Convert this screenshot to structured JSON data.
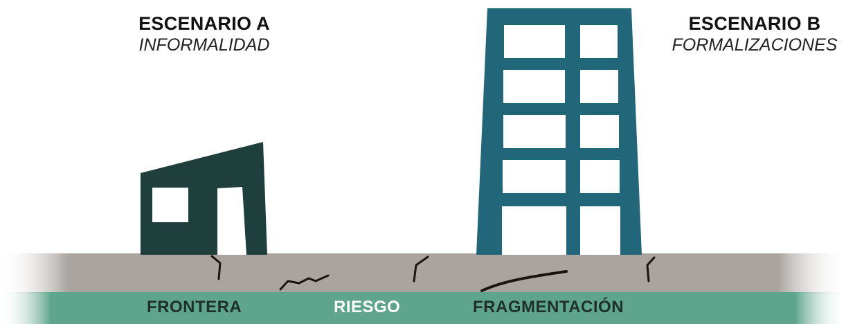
{
  "scenario_a": {
    "title": "ESCENARIO A",
    "subtitle": "INFORMALIDAD"
  },
  "scenario_b": {
    "title": "ESCENARIO B",
    "subtitle": "FORMALIZACIONES"
  },
  "band_labels": {
    "frontera": "FRONTERA",
    "riesgo": "RIESGO",
    "fragmentacion": "FRAGMENTACIÓN"
  },
  "colors": {
    "house": "#1e3f3b",
    "tower": "#22667a",
    "ground": "#a9a4a0",
    "band": "#5fa58d",
    "cracks": "#1a1410"
  }
}
